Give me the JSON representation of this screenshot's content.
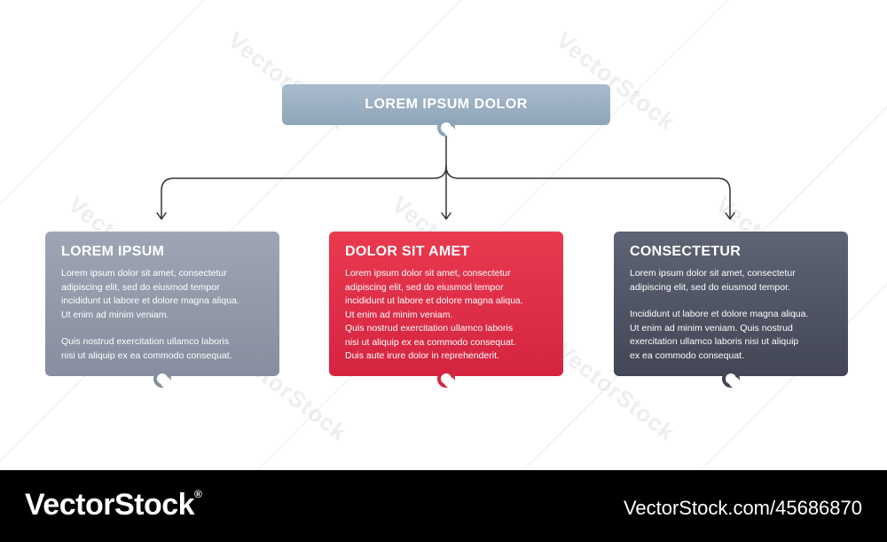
{
  "diagram": {
    "root": {
      "title": "LOREM IPSUM DOLOR"
    },
    "cards": [
      {
        "title": "LOREM IPSUM",
        "color": "#8e97a7",
        "lines": [
          "Lorem ipsum dolor sit amet, consectetur",
          "adipiscing elit, sed do eiusmod tempor",
          "incididunt ut labore et dolore magna aliqua.",
          "Ut enim ad minim veniam.",
          "",
          "Quis nostrud exercitation ullamco laboris",
          "nisi ut aliquip ex ea commodo consequat."
        ]
      },
      {
        "title": "DOLOR SIT AMET",
        "color": "#e02e47",
        "lines": [
          "Lorem ipsum dolor sit amet, consectetur",
          "adipiscing elit, sed do eiusmod tempor",
          "incididunt ut labore et dolore magna aliqua.",
          "Ut enim ad minim veniam.",
          "Quis nostrud exercitation ullamco laboris",
          "nisi ut aliquip ex ea commodo consequat.",
          "Duis aute irure dolor in reprehenderit."
        ]
      },
      {
        "title": "CONSECTETUR",
        "color": "#4f5363",
        "lines": [
          "Lorem ipsum dolor sit amet, consectetur",
          "adipiscing elit, sed do eiusmod tempor.",
          "",
          "Incididunt ut labore et dolore magna aliqua.",
          "Ut enim ad minim veniam. Quis nostrud",
          "exercitation ullamco laboris nisi ut aliquip",
          "ex ea commodo consequat."
        ]
      }
    ]
  },
  "colors": {
    "root": "#9db2c5",
    "line": "#333333"
  },
  "watermark": {
    "text": "VectorStock"
  },
  "footer": {
    "brand": "VectorStock",
    "reg": "®",
    "image_id": "VectorStock.com/45686870"
  }
}
